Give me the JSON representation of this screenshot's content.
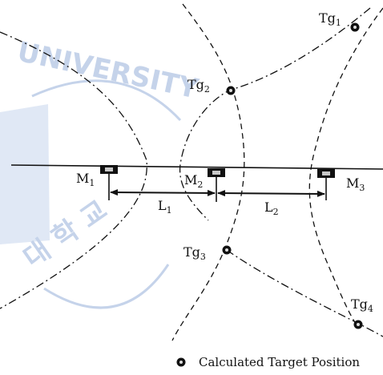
{
  "watermark": {
    "text": "UNIVERSITY",
    "korean": "대 학 교",
    "color": "#c5d3ea"
  },
  "diagram": {
    "sensors": [
      {
        "id": "M1",
        "letter": "M",
        "sub": "1"
      },
      {
        "id": "M2",
        "letter": "M",
        "sub": "2"
      },
      {
        "id": "M3",
        "letter": "M",
        "sub": "3"
      }
    ],
    "distances": [
      {
        "id": "L1",
        "letter": "L",
        "sub": "1"
      },
      {
        "id": "L2",
        "letter": "L",
        "sub": "2"
      }
    ],
    "targets": [
      {
        "id": "Tg1",
        "letter": "Tg",
        "sub": "1"
      },
      {
        "id": "Tg2",
        "letter": "Tg",
        "sub": "2"
      },
      {
        "id": "Tg3",
        "letter": "Tg",
        "sub": "3"
      },
      {
        "id": "Tg4",
        "letter": "Tg",
        "sub": "4"
      }
    ]
  },
  "legend": {
    "label": "Calculated Target Position",
    "icon": "target-marker-icon"
  }
}
